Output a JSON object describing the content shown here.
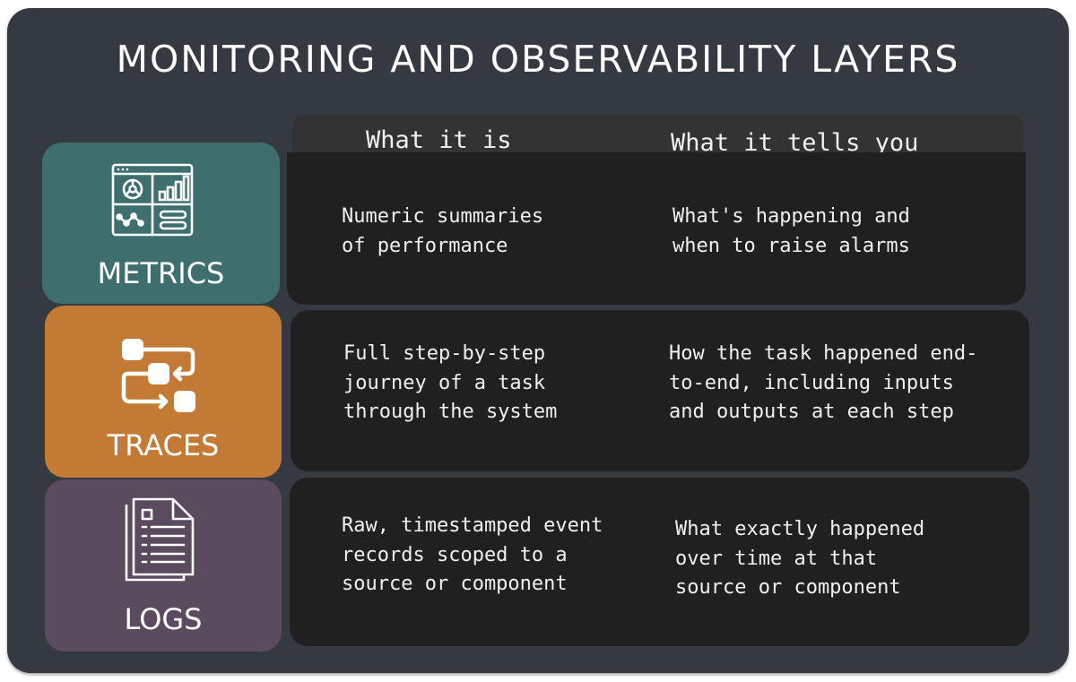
{
  "title": "MONITORING AND OBSERVABILITY LAYERS",
  "header": {
    "col1": "What it is",
    "col2": "What it tells you"
  },
  "colors": {
    "background": "#353a41",
    "metrics": "#3e6e6d",
    "traces": "#c37a35",
    "logs": "#5b4b5e",
    "card": "#202020",
    "header": "#333333"
  },
  "layers": [
    {
      "name": "METRICS",
      "icon": "dashboard-icon",
      "what_it_is": [
        "Numeric summaries",
        "of performance"
      ],
      "what_it_tells_you": [
        "What's happening and",
        "when to raise alarms"
      ]
    },
    {
      "name": "TRACES",
      "icon": "workflow-icon",
      "what_it_is": [
        "Full step-by-step",
        "journey of a task",
        "through the system"
      ],
      "what_it_tells_you": [
        "How the task happened end-",
        "to-end, including inputs",
        "and outputs at each step"
      ]
    },
    {
      "name": "LOGS",
      "icon": "document-list-icon",
      "what_it_is": [
        "Raw, timestamped event",
        "records scoped to a",
        "source or component"
      ],
      "what_it_tells_you": [
        "What exactly happened",
        "over time at that",
        "source or component"
      ]
    }
  ]
}
